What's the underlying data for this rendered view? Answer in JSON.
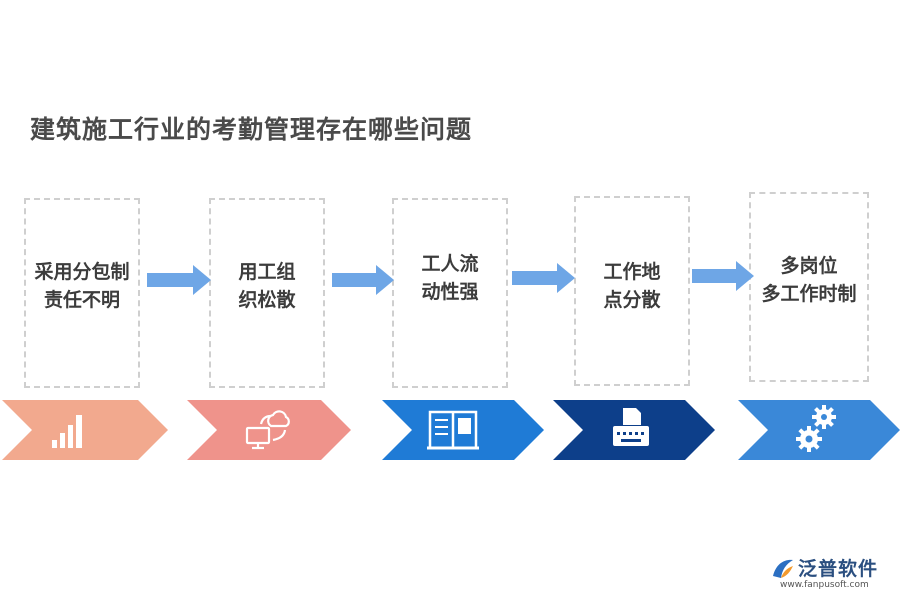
{
  "title": "建筑施工行业的考勤管理存在哪些问题",
  "steps": [
    {
      "line1": "采用分包制",
      "line2": "责任不明",
      "icon": "signal-bars-icon",
      "color": "#f2a98e"
    },
    {
      "line1": "用工组",
      "line2": "织松散",
      "icon": "cloud-computer-icon",
      "color": "#ef938b"
    },
    {
      "line1": "工人流",
      "line2": "动性强",
      "icon": "book-icon",
      "color": "#1f7bd6"
    },
    {
      "line1": "工作地",
      "line2": "点分散",
      "icon": "typewriter-icon",
      "color": "#0d3f8a"
    },
    {
      "line1": "多岗位",
      "line2": "多工作时制",
      "icon": "gears-icon",
      "color": "#3a88d8"
    }
  ],
  "logo": {
    "name": "泛普软件",
    "url": "www.fanpusoft.com"
  }
}
